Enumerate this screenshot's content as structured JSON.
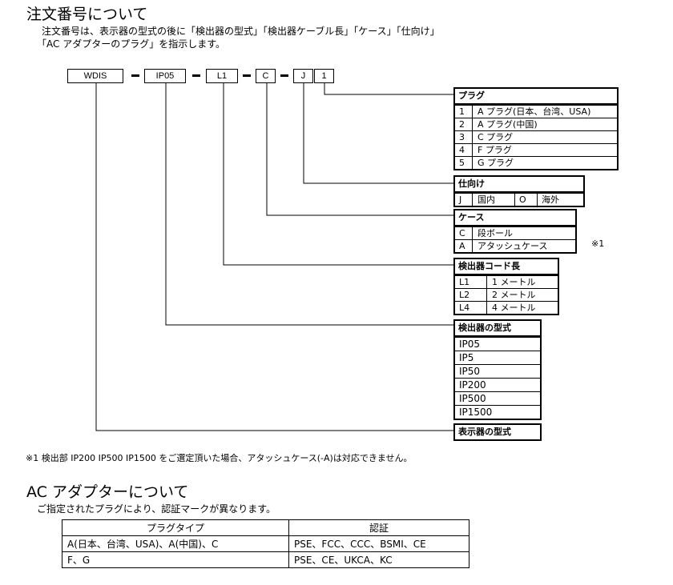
{
  "order": {
    "title": "注文番号について",
    "desc_line1": "注文番号は、表示器の型式の後に「検出器の型式」「検出器ケーブル長」「ケース」「仕向け」",
    "desc_line2": "「AC アダプターのプラグ」を指示します。",
    "segments": [
      "WDIS",
      "IP05",
      "L1",
      "C",
      "J",
      "1"
    ]
  },
  "plug": {
    "title": "プラグ",
    "rows": [
      {
        "code": "1",
        "label": "A プラグ(日本、台湾、USA)"
      },
      {
        "code": "2",
        "label": "A プラグ(中国)"
      },
      {
        "code": "3",
        "label": "C プラグ"
      },
      {
        "code": "4",
        "label": "F プラグ"
      },
      {
        "code": "5",
        "label": "G プラグ"
      }
    ]
  },
  "destination": {
    "title": "仕向け",
    "rows": [
      {
        "code1": "J",
        "label1": "国内",
        "code2": "O",
        "label2": "海外"
      }
    ]
  },
  "case": {
    "title": "ケース",
    "rows": [
      {
        "code": "C",
        "label": "段ボール"
      },
      {
        "code": "A",
        "label": "アタッシュケース"
      }
    ],
    "note_mark": "※1"
  },
  "cable": {
    "title": "検出器コード長",
    "rows": [
      {
        "code": "L1",
        "label": "1 メートル"
      },
      {
        "code": "L2",
        "label": "2 メートル"
      },
      {
        "code": "L4",
        "label": "4 メートル"
      }
    ]
  },
  "detector": {
    "title": "検出器の型式",
    "rows": [
      "IP05",
      "IP5",
      "IP50",
      "IP200",
      "IP500",
      "IP1500"
    ]
  },
  "display": {
    "title": "表示器の型式"
  },
  "footnote": "※1 検出部 IP200 IP500 IP1500 をご選定頂いた場合、アタッシュケース(-A)は対応できません。",
  "adapter": {
    "title": "AC アダプターについて",
    "desc": "ご指定されたプラグにより、認証マークが異なります。",
    "headers": [
      "プラグタイプ",
      "認証"
    ],
    "rows": [
      [
        "A(日本、台湾、USA)、A(中国)、C",
        "PSE、FCC、CCC、BSMI、CE"
      ],
      [
        "F、G",
        "PSE、CE、UKCA、KC"
      ]
    ]
  }
}
